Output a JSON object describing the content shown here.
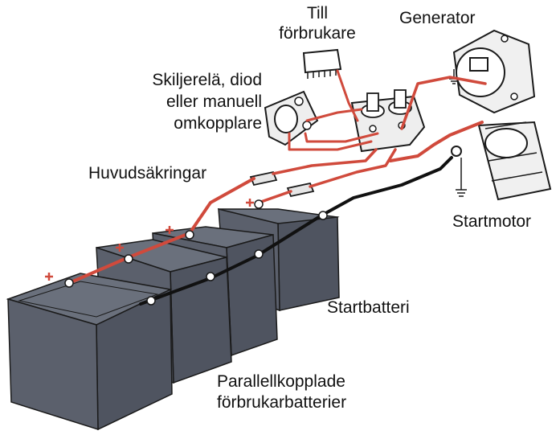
{
  "labels": {
    "till_forbrukare": [
      "Till",
      "förbrukare"
    ],
    "generator": "Generator",
    "skiljerela": [
      "Skiljerelä, diod",
      "eller manuell",
      "omkopplare"
    ],
    "huvudsakringar": "Huvudsäkringar",
    "startmotor": "Startmotor",
    "startbatteri": "Startbatteri",
    "forbrukarbatterier": [
      "Parallellkopplade",
      "förbrukarbatterier"
    ]
  },
  "colors": {
    "positive_cable": "#d04a3c",
    "negative_cable": "#111111",
    "battery_fill": "#4f5460",
    "battery_top": "#6a707c",
    "component_fill": "#e9e9e9",
    "outline": "#1a1a1a"
  },
  "icons": [
    "plus-sign-icon",
    "ground-symbol-icon"
  ]
}
